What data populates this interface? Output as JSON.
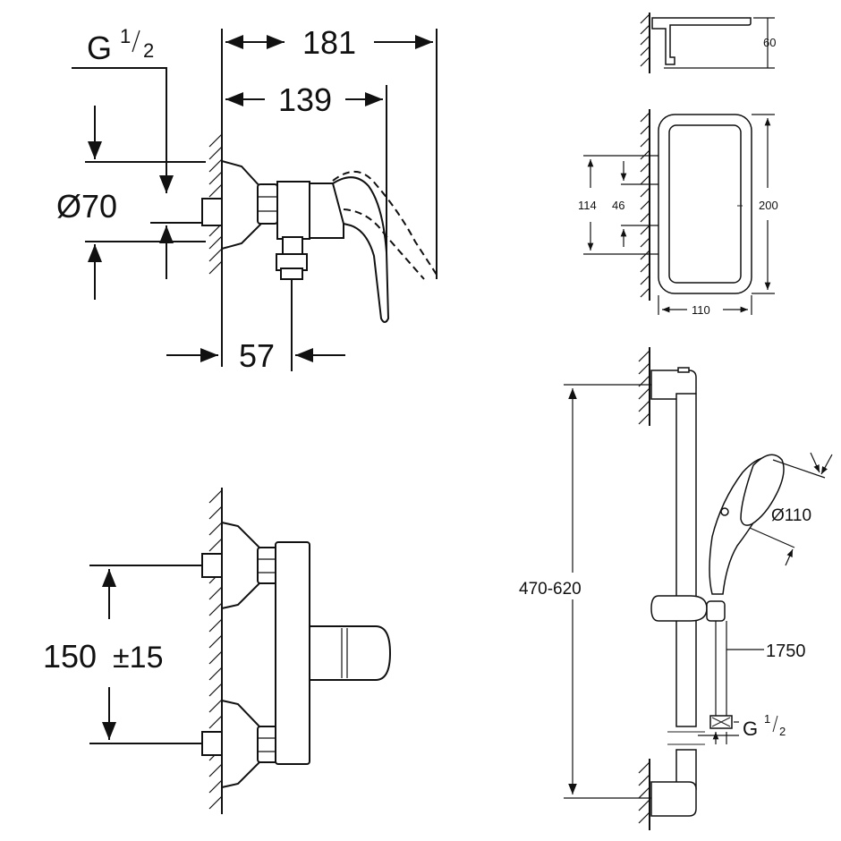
{
  "mixer_side_view": {
    "thread_g": "G",
    "thread_num": "1",
    "thread_den": "2",
    "dim_total_depth": "181",
    "dim_spout_depth": "139",
    "dim_escutcheon_diameter": "Ø70",
    "dim_outlet_offset": "57"
  },
  "mixer_front_view": {
    "dim_center_distance": "150",
    "dim_tolerance": "±15"
  },
  "shelf_side_view": {
    "dim_height": "60"
  },
  "shelf_front_view": {
    "dim_bracket_span": "114",
    "dim_bracket_gap": "46",
    "dim_height": "200",
    "dim_width": "110"
  },
  "shower_set": {
    "dim_rail_range": "470-620",
    "dim_head_diameter": "Ø110",
    "dim_hose_length": "1750",
    "thread_g": "G",
    "thread_num": "1",
    "thread_den": "2"
  }
}
